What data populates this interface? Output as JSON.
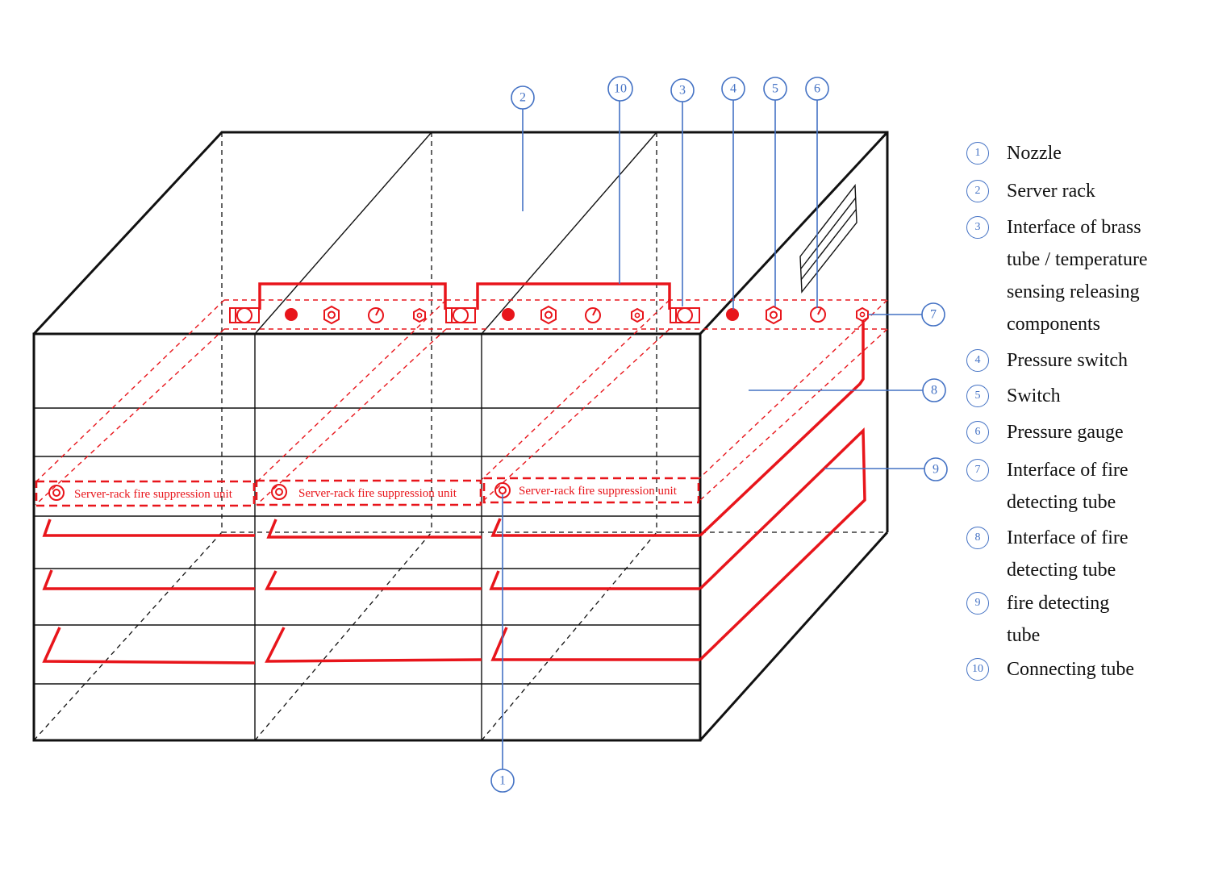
{
  "diagram": {
    "unit_label": "Server-rack fire suppression unit",
    "callouts": [
      "1",
      "2",
      "3",
      "4",
      "5",
      "6",
      "7",
      "8",
      "9",
      "10"
    ]
  },
  "legend": [
    {
      "num": "1",
      "label": "Nozzle"
    },
    {
      "num": "2",
      "label": "Server rack"
    },
    {
      "num": "3",
      "label": "Interface of brass tube / temperature sensing releasing components"
    },
    {
      "num": "4",
      "label": "Pressure switch"
    },
    {
      "num": "5",
      "label": "Switch"
    },
    {
      "num": "6",
      "label": "Pressure gauge"
    },
    {
      "num": "7",
      "label": "Interface of fire detecting tube"
    },
    {
      "num": "8",
      "label": "Interface of fire detecting tube"
    },
    {
      "num": "9",
      "label": "fire detecting tube"
    },
    {
      "num": "10",
      "label": "Connecting tube"
    }
  ],
  "colors": {
    "pipe": "#e8151b",
    "callout": "#4472c4",
    "frame": "#111111"
  }
}
